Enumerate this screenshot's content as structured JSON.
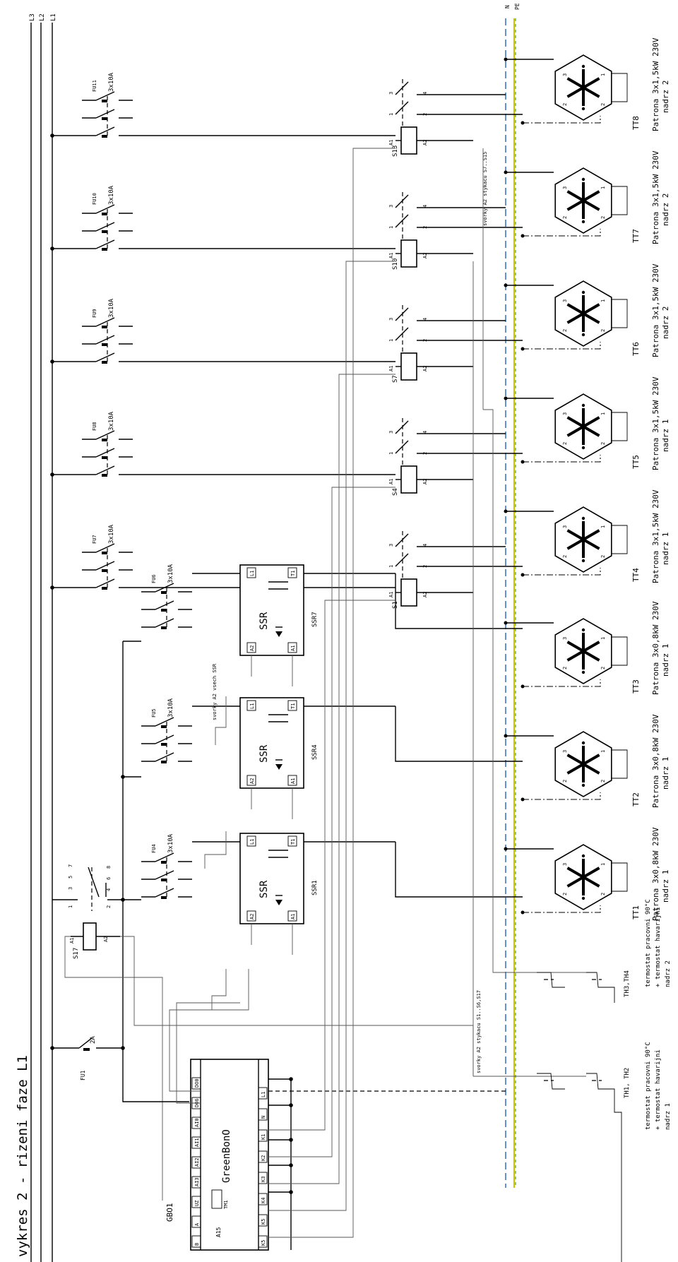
{
  "title": "vykres 2 - rizeni faze L1",
  "buses": [
    "L3",
    "L2",
    "L1"
  ],
  "neutral": [
    "N",
    "PE"
  ],
  "fuses": [
    {
      "id": "FU1",
      "rating": "2A"
    },
    {
      "id": "FU4",
      "rating": "3x10A"
    },
    {
      "id": "FU5",
      "rating": "3x10A"
    },
    {
      "id": "FU6",
      "rating": "3x10A"
    },
    {
      "id": "FU7",
      "rating": "3x10A"
    },
    {
      "id": "FU8",
      "rating": "3x10A"
    },
    {
      "id": "FU9",
      "rating": "3x10A"
    },
    {
      "id": "FU10",
      "rating": "3x10A"
    },
    {
      "id": "FU11",
      "rating": "3x10A"
    }
  ],
  "controller": {
    "id": "GBO1",
    "name": "GreenBonO",
    "aux": [
      "A15",
      "TM1"
    ],
    "top_terminals": [
      "B",
      "A",
      "UZ",
      "AI3",
      "AI2",
      "AI1",
      "AI0",
      "DO6",
      "DO0"
    ],
    "bottom_terminals": [
      "K5",
      "K5",
      "K4",
      "K3",
      "K2",
      "K1",
      "N",
      "L1"
    ]
  },
  "ssr": [
    {
      "id": "SSR1",
      "label": "SSR",
      "terminals": [
        "L1",
        "T1",
        "A2",
        "A1"
      ]
    },
    {
      "id": "SSR4",
      "label": "SSR",
      "terminals": [
        "L1",
        "T1",
        "A2",
        "A1"
      ]
    },
    {
      "id": "SSR7",
      "label": "SSR",
      "terminals": [
        "L1",
        "T1",
        "A2",
        "A1"
      ]
    }
  ],
  "contactors": [
    {
      "id": "S17",
      "coil": [
        "A1",
        "A2"
      ],
      "contacts": [
        "1",
        "3",
        "5",
        "7",
        "2",
        "4",
        "6",
        "8"
      ]
    },
    {
      "id": "S1",
      "coil": [
        "A1",
        "A2"
      ],
      "contacts": [
        "1",
        "3",
        "2",
        "4"
      ]
    },
    {
      "id": "S4",
      "coil": [
        "A1",
        "A2"
      ],
      "contacts": [
        "1",
        "3",
        "2",
        "4"
      ]
    },
    {
      "id": "S7",
      "coil": [
        "A1",
        "A2"
      ],
      "contacts": [
        "1",
        "3",
        "2",
        "4"
      ]
    },
    {
      "id": "S10",
      "coil": [
        "A1",
        "A2"
      ],
      "contacts": [
        "1",
        "3",
        "2",
        "4"
      ]
    },
    {
      "id": "S13",
      "coil": [
        "A1",
        "A2"
      ],
      "contacts": [
        "1",
        "3",
        "2",
        "4"
      ]
    }
  ],
  "notes": {
    "ssr_a2": "svorky A2 vsech SSR",
    "a2_s1_s6": "svorky A2 stykacu S1..S6,S17",
    "a2_s7_s15": "svorky A2 stykacu S7..S15"
  },
  "heaters": [
    {
      "id": "TT1",
      "desc": "Patrona 3x0,8kW 230V",
      "tank": "nadrz 1"
    },
    {
      "id": "TT2",
      "desc": "Patrona 3x0,8kW 230V",
      "tank": "nadrz 1"
    },
    {
      "id": "TT3",
      "desc": "Patrona 3x0,8kW 230V",
      "tank": "nadrz 1"
    },
    {
      "id": "TT4",
      "desc": "Patrona 3x1,5kW 230V",
      "tank": "nadrz 1"
    },
    {
      "id": "TT5",
      "desc": "Patrona 3x1,5kW 230V",
      "tank": "nadrz 1"
    },
    {
      "id": "TT6",
      "desc": "Patrona 3x1,5kW 230V",
      "tank": "nadrz 2"
    },
    {
      "id": "TT7",
      "desc": "Patrona 3x1,5kW 230V",
      "tank": "nadrz 2"
    },
    {
      "id": "TT8",
      "desc": "Patrona 3x1,5kW 230V",
      "tank": "nadrz 2"
    }
  ],
  "heater_terminals": [
    "1",
    "2",
    "3"
  ],
  "thermostats": [
    {
      "id": "TH1, TH2",
      "lines": [
        "termostat pracovni 90°C",
        "+ termostat havarijni",
        "nadrz 1"
      ]
    },
    {
      "id": "TH3,TH4",
      "lines": [
        "termostat pracovni 90°C",
        "+ termostat havarijni",
        "nadrz 2"
      ]
    }
  ],
  "colors": {
    "ink": "#000000",
    "pe": "#c8c800",
    "n": "#3a7abf"
  }
}
